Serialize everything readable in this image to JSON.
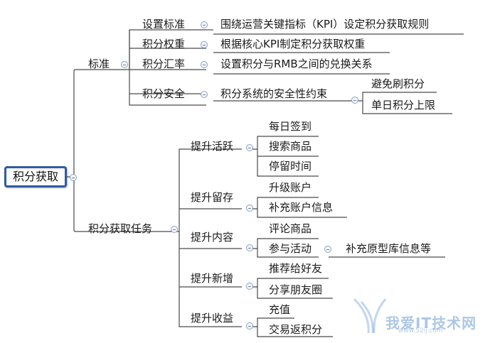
{
  "root": "积分获取",
  "branches": {
    "standard": {
      "label": "标准",
      "items": {
        "set_standard": {
          "label": "设置标准",
          "desc": "围绕运营关键指标（KPI）设定积分获取规则"
        },
        "weight": {
          "label": "积分权重",
          "desc": "根据核心KPI制定积分获取权重"
        },
        "rate": {
          "label": "积分汇率",
          "desc": "设置积分与RMB之间的兑换关系"
        },
        "security": {
          "label": "积分安全",
          "desc": "积分系统的安全性约束",
          "children": [
            "避免刷积分",
            "单日积分上限"
          ]
        }
      }
    },
    "tasks": {
      "label": "积分获取任务",
      "groups": {
        "active": {
          "label": "提升活跃",
          "items": [
            "每日签到",
            "搜索商品",
            "停留时间"
          ]
        },
        "retention": {
          "label": "提升留存",
          "items": [
            "升级账户",
            "补充账户信息"
          ]
        },
        "content": {
          "label": "提升内容",
          "items": [
            "评论商品",
            "参与活动"
          ],
          "extra": "补充原型库信息等"
        },
        "growth": {
          "label": "提升新增",
          "items": [
            "推荐给好友",
            "分享朋友圈"
          ]
        },
        "revenue": {
          "label": "提升收益",
          "items": [
            "充值",
            "交易返积分"
          ]
        }
      }
    }
  },
  "watermark": {
    "text": "我爱IT技术网",
    "sub": "www.52ij.com"
  },
  "colors": {
    "line": "#4a4a4a",
    "root_border": "#2f5aa0",
    "toggle": "#8aa0c0"
  }
}
